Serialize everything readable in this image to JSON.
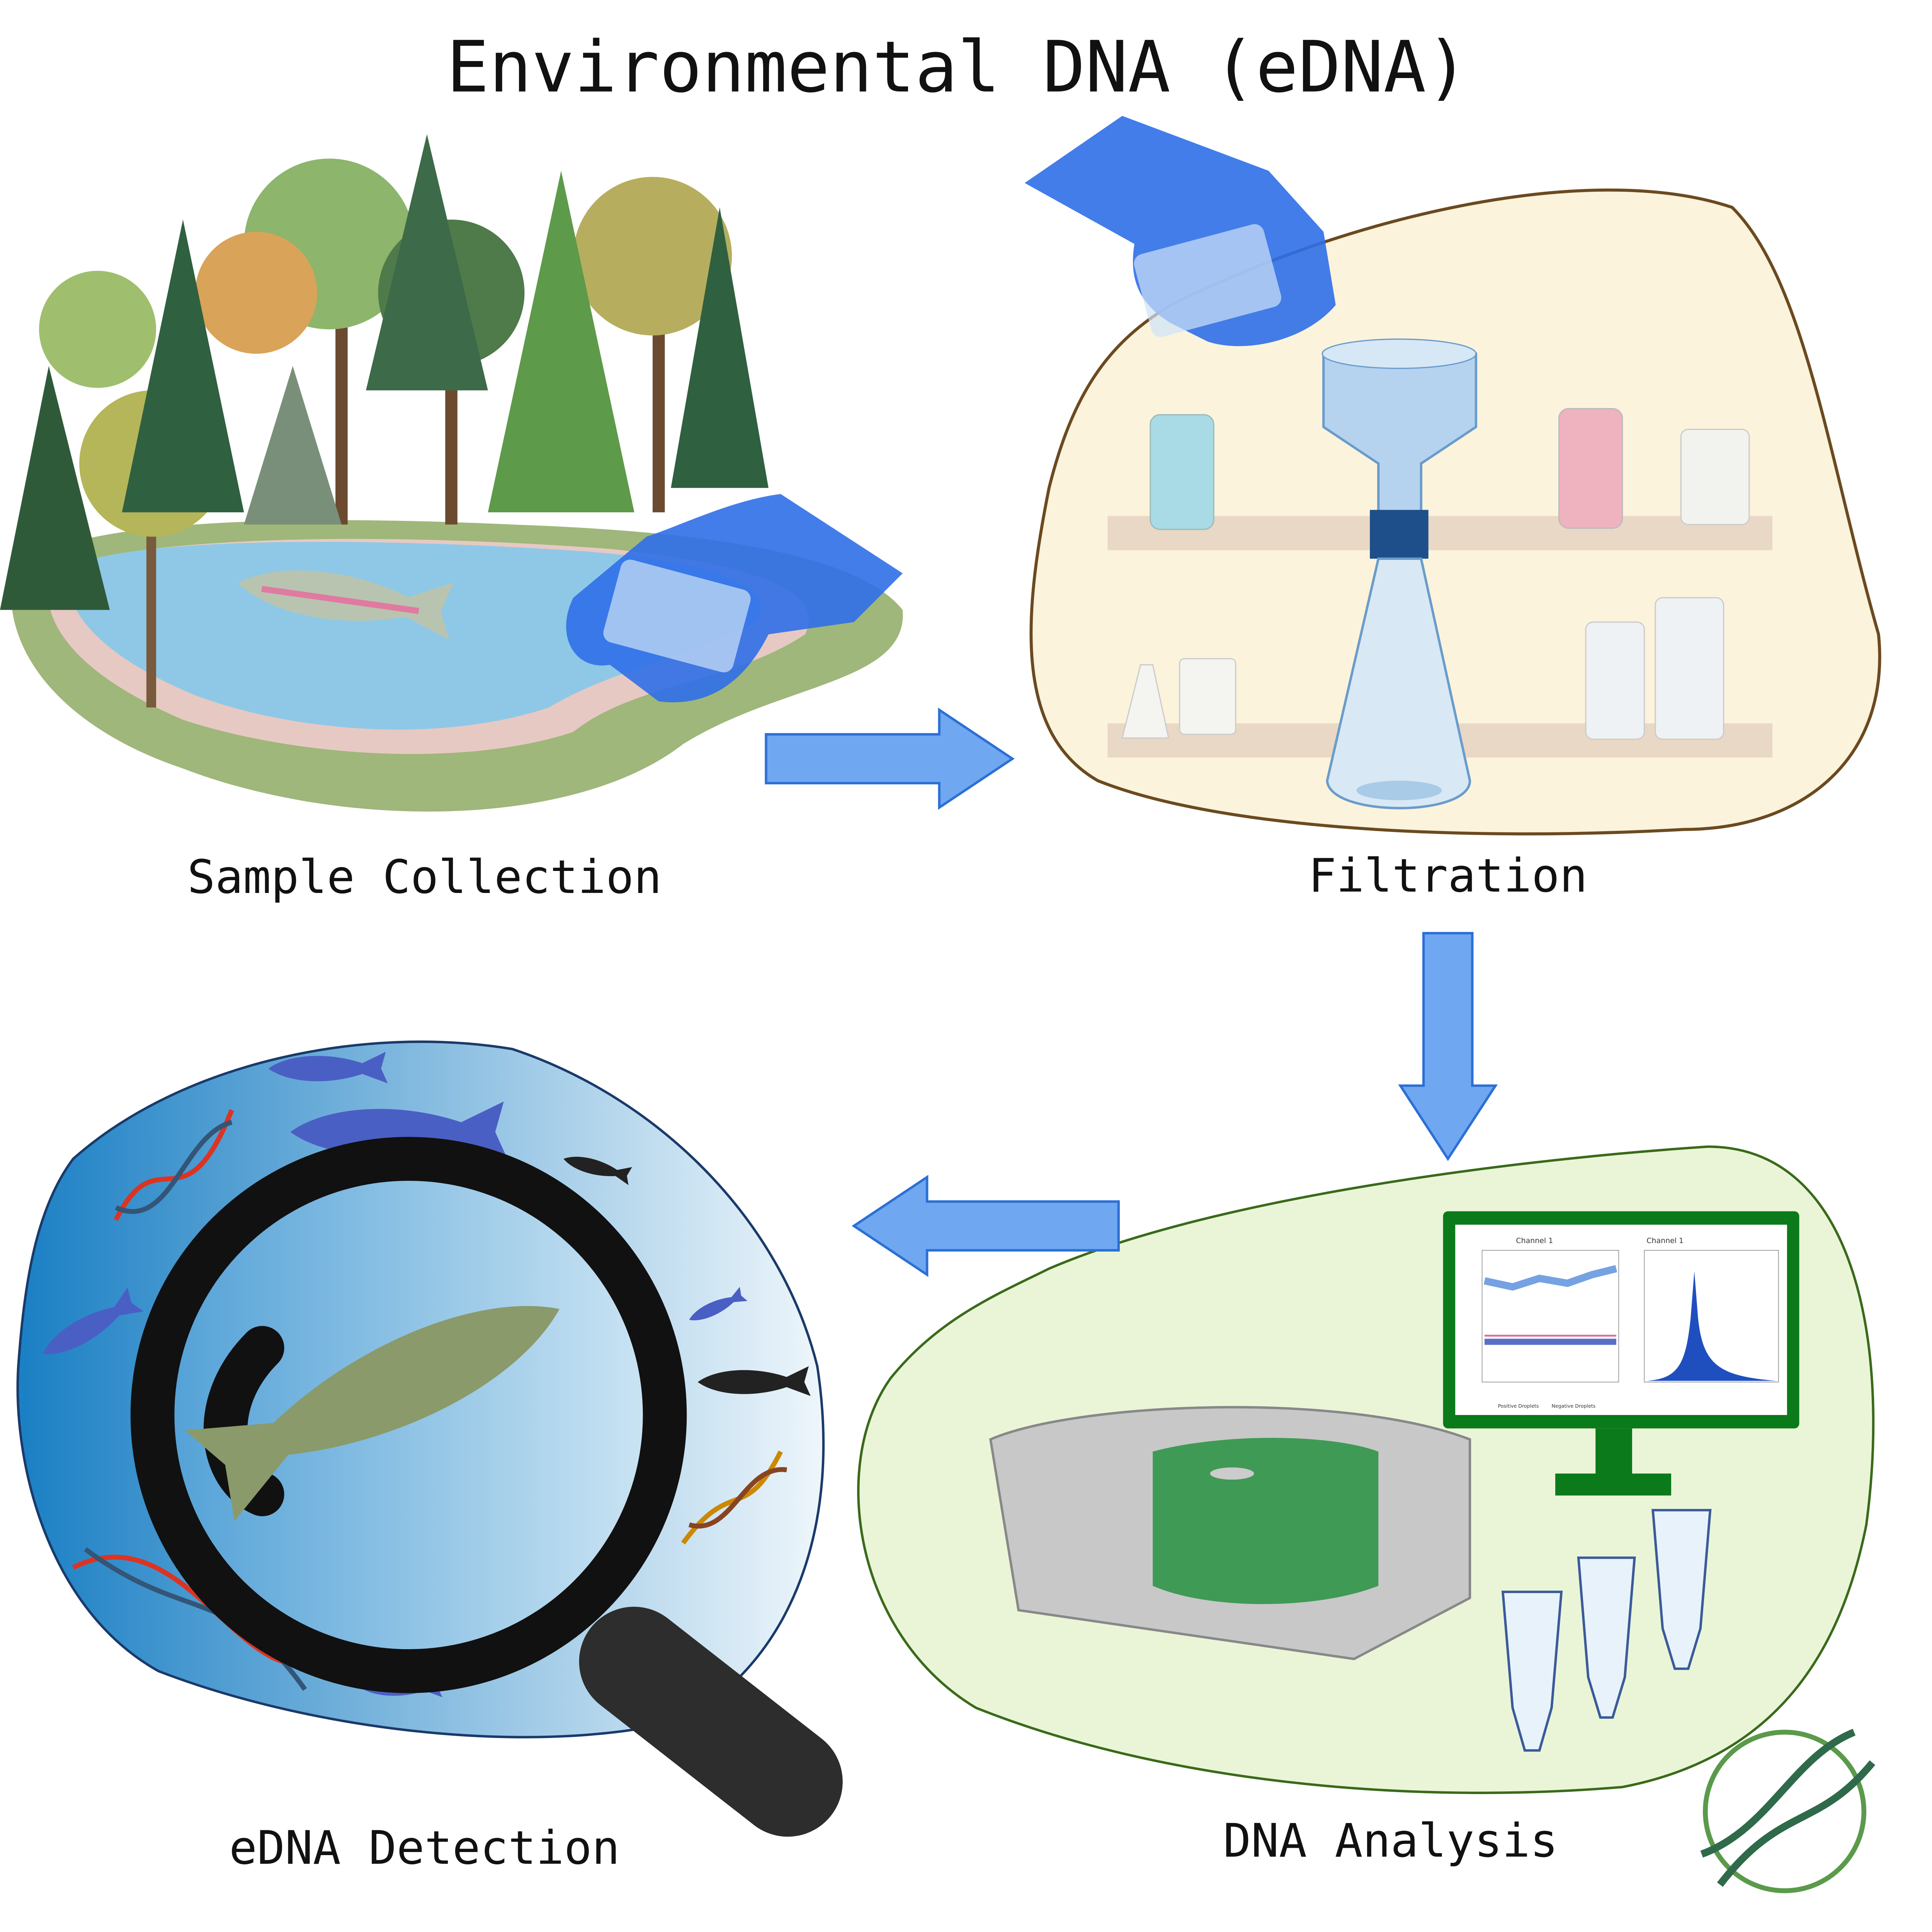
{
  "title": "Environmental DNA (eDNA)",
  "steps": [
    {
      "label": "Sample Collection"
    },
    {
      "label": "Filtration"
    },
    {
      "label": "DNA Analysis"
    },
    {
      "label": "eDNA Detection"
    }
  ],
  "monitor": {
    "left_chart_title": "Channel 1",
    "right_chart_title": "Channel 1",
    "legend": [
      "Positive Droplets",
      "Negative Droplets"
    ]
  },
  "colors": {
    "arrow": "#6fa8f0",
    "arrow_stroke": "#2c6fd6",
    "lab_blob": "#fbf3dc",
    "analysis_blob": "#eaf5d8",
    "detection_blob": "#4a9bd6",
    "monitor": "#0b7a1a",
    "glove": "#2f6fe8"
  },
  "icons": [
    "tree-icon",
    "fish-icon",
    "glove-hand-icon",
    "funnel-flask-icon",
    "monitor-icon",
    "pcr-machine-icon",
    "tube-icon",
    "magnifier-icon",
    "dna-icon",
    "dna-logo-icon"
  ]
}
